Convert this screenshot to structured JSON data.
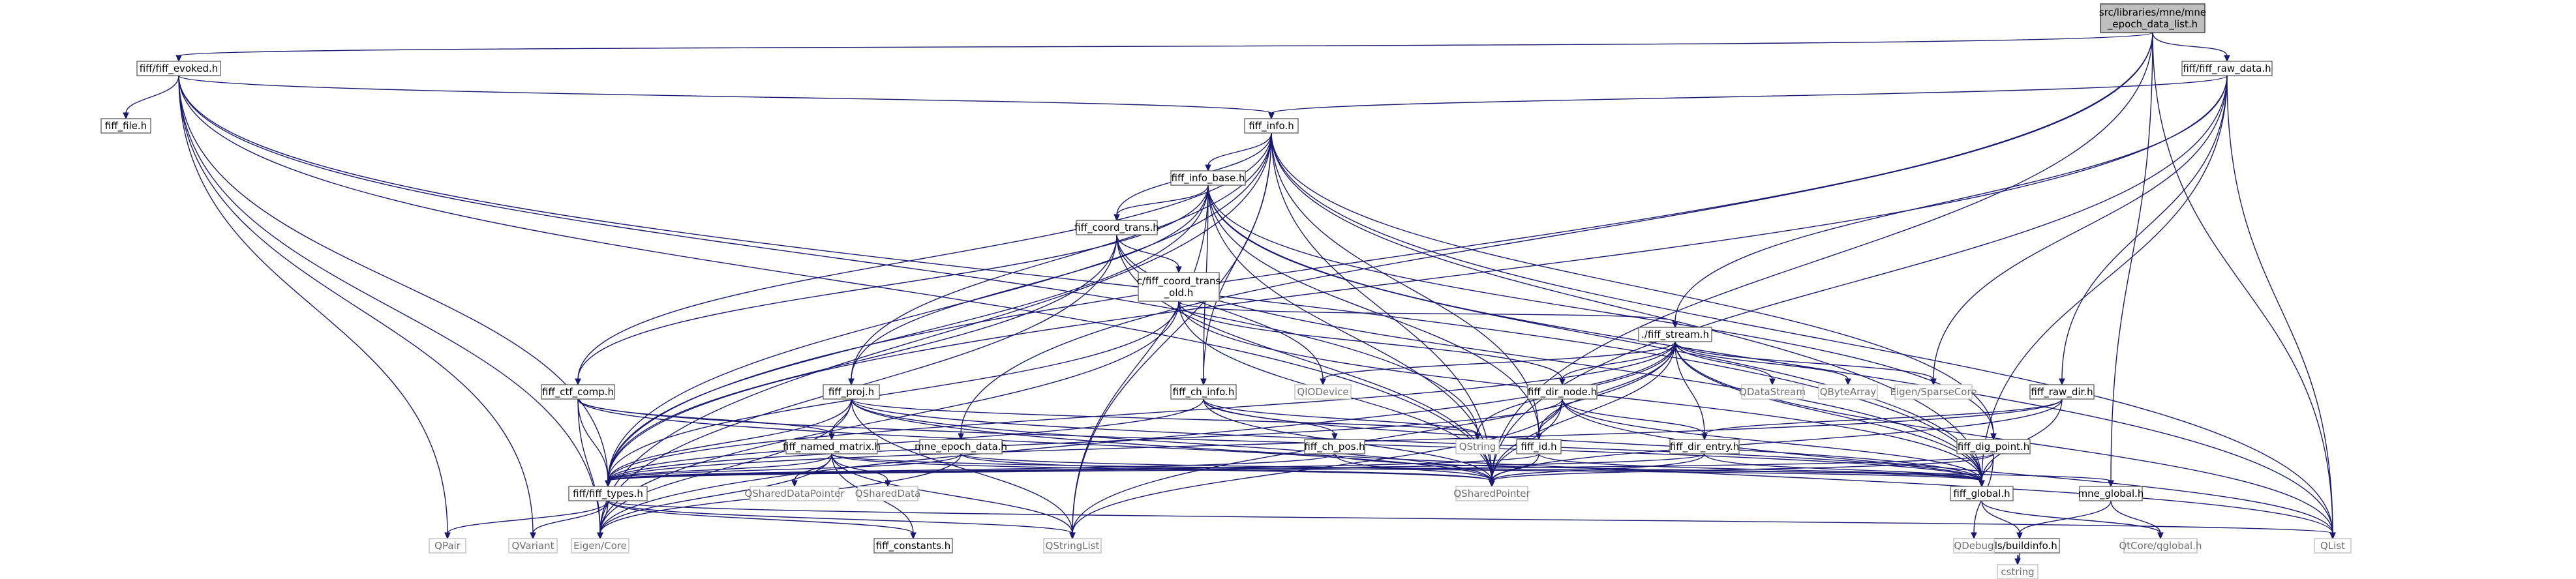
{
  "graph": {
    "root": "src/libraries/mne/mne_epoch_data_list.h",
    "nodes": [
      {
        "id": "root",
        "lines": [
          "src/libraries/mne/mne",
          "_epoch_data_list.h"
        ],
        "kind": "root"
      },
      {
        "id": "fiff_evoked",
        "lines": [
          "fiff/fiff_evoked.h"
        ],
        "kind": "doc"
      },
      {
        "id": "fiff_raw_data",
        "lines": [
          "fiff/fiff_raw_data.h"
        ],
        "kind": "doc"
      },
      {
        "id": "fiff_file",
        "lines": [
          "fiff_file.h"
        ],
        "kind": "doc"
      },
      {
        "id": "fiff_info",
        "lines": [
          "fiff_info.h"
        ],
        "kind": "doc"
      },
      {
        "id": "fiff_info_base",
        "lines": [
          "fiff_info_base.h"
        ],
        "kind": "doc"
      },
      {
        "id": "fiff_coord_trans",
        "lines": [
          "fiff_coord_trans.h"
        ],
        "kind": "doc"
      },
      {
        "id": "c_fiff_coord_trans_old",
        "lines": [
          "c/fiff_coord_trans",
          "_old.h"
        ],
        "kind": "doc"
      },
      {
        "id": "fiff_stream",
        "lines": [
          "./fiff_stream.h"
        ],
        "kind": "doc"
      },
      {
        "id": "fiff_ctf_comp",
        "lines": [
          "fiff_ctf_comp.h"
        ],
        "kind": "doc"
      },
      {
        "id": "fiff_proj",
        "lines": [
          "fiff_proj.h"
        ],
        "kind": "doc"
      },
      {
        "id": "fiff_ch_info",
        "lines": [
          "fiff_ch_info.h"
        ],
        "kind": "doc"
      },
      {
        "id": "fiff_dir_node",
        "lines": [
          "fiff_dir_node.h"
        ],
        "kind": "doc"
      },
      {
        "id": "fiff_raw_dir",
        "lines": [
          "fiff_raw_dir.h"
        ],
        "kind": "doc"
      },
      {
        "id": "fiff_named_matrix",
        "lines": [
          "fiff_named_matrix.h"
        ],
        "kind": "doc"
      },
      {
        "id": "mne_epoch_data",
        "lines": [
          "mne_epoch_data.h"
        ],
        "kind": "doc"
      },
      {
        "id": "fiff_ch_pos",
        "lines": [
          "fiff_ch_pos.h"
        ],
        "kind": "doc"
      },
      {
        "id": "fiff_id",
        "lines": [
          "fiff_id.h"
        ],
        "kind": "doc"
      },
      {
        "id": "fiff_dir_entry",
        "lines": [
          "fiff_dir_entry.h"
        ],
        "kind": "doc"
      },
      {
        "id": "fiff_dig_point",
        "lines": [
          "fiff_dig_point.h"
        ],
        "kind": "doc"
      },
      {
        "id": "fiff_types",
        "lines": [
          "fiff/fiff_types.h"
        ],
        "kind": "doc"
      },
      {
        "id": "fiff_global",
        "lines": [
          "fiff_global.h"
        ],
        "kind": "doc"
      },
      {
        "id": "mne_global",
        "lines": [
          "mne_global.h"
        ],
        "kind": "doc"
      },
      {
        "id": "fiff_constants",
        "lines": [
          "fiff_constants.h"
        ],
        "kind": "doc"
      },
      {
        "id": "utils_buildinfo",
        "lines": [
          "utils/buildinfo.h"
        ],
        "kind": "doc"
      },
      {
        "id": "QIODevice",
        "lines": [
          "QIODevice"
        ],
        "kind": "ext"
      },
      {
        "id": "QDataStream",
        "lines": [
          "QDataStream"
        ],
        "kind": "ext"
      },
      {
        "id": "QByteArray",
        "lines": [
          "QByteArray"
        ],
        "kind": "ext"
      },
      {
        "id": "Eigen_SparseCore",
        "lines": [
          "Eigen/SparseCore"
        ],
        "kind": "ext"
      },
      {
        "id": "QString",
        "lines": [
          "QString"
        ],
        "kind": "ext"
      },
      {
        "id": "QSharedDataPointer",
        "lines": [
          "QSharedDataPointer"
        ],
        "kind": "ext"
      },
      {
        "id": "QSharedData",
        "lines": [
          "QSharedData"
        ],
        "kind": "ext"
      },
      {
        "id": "QSharedPointer",
        "lines": [
          "QSharedPointer"
        ],
        "kind": "ext"
      },
      {
        "id": "QDebug",
        "lines": [
          "QDebug"
        ],
        "kind": "ext"
      },
      {
        "id": "QPair",
        "lines": [
          "QPair"
        ],
        "kind": "ext"
      },
      {
        "id": "QVariant",
        "lines": [
          "QVariant"
        ],
        "kind": "ext"
      },
      {
        "id": "Eigen_Core",
        "lines": [
          "Eigen/Core"
        ],
        "kind": "ext"
      },
      {
        "id": "QStringList",
        "lines": [
          "QStringList"
        ],
        "kind": "ext"
      },
      {
        "id": "QList",
        "lines": [
          "QList"
        ],
        "kind": "ext"
      },
      {
        "id": "QtCore_qglobal",
        "lines": [
          "QtCore/qglobal.h"
        ],
        "kind": "ext"
      },
      {
        "id": "cstring",
        "lines": [
          "cstring"
        ],
        "kind": "ext"
      }
    ],
    "edges": [
      [
        "root",
        "fiff_evoked"
      ],
      [
        "root",
        "fiff_raw_data"
      ],
      [
        "root",
        "fiff_types"
      ],
      [
        "root",
        "mne_epoch_data"
      ],
      [
        "root",
        "mne_global"
      ],
      [
        "root",
        "QSharedPointer"
      ],
      [
        "root",
        "QList"
      ],
      [
        "fiff_evoked",
        "fiff_file"
      ],
      [
        "fiff_evoked",
        "fiff_info"
      ],
      [
        "fiff_evoked",
        "fiff_types"
      ],
      [
        "fiff_evoked",
        "QSharedPointer"
      ],
      [
        "fiff_evoked",
        "QString"
      ],
      [
        "fiff_evoked",
        "QPair"
      ],
      [
        "fiff_evoked",
        "QVariant"
      ],
      [
        "fiff_evoked",
        "Eigen_Core"
      ],
      [
        "fiff_evoked",
        "fiff_global"
      ],
      [
        "fiff_raw_data",
        "fiff_info"
      ],
      [
        "fiff_raw_data",
        "fiff_stream"
      ],
      [
        "fiff_raw_data",
        "fiff_raw_dir"
      ],
      [
        "fiff_raw_data",
        "fiff_types"
      ],
      [
        "fiff_raw_data",
        "fiff_global"
      ],
      [
        "fiff_raw_data",
        "Eigen_SparseCore"
      ],
      [
        "fiff_raw_data",
        "QSharedPointer"
      ],
      [
        "fiff_raw_data",
        "QList"
      ],
      [
        "fiff_info",
        "fiff_info_base"
      ],
      [
        "fiff_info",
        "fiff_coord_trans"
      ],
      [
        "fiff_info",
        "fiff_ctf_comp"
      ],
      [
        "fiff_info",
        "fiff_proj"
      ],
      [
        "fiff_info",
        "fiff_ch_info"
      ],
      [
        "fiff_info",
        "fiff_id"
      ],
      [
        "fiff_info",
        "fiff_dig_point"
      ],
      [
        "fiff_info",
        "fiff_types"
      ],
      [
        "fiff_info",
        "fiff_global"
      ],
      [
        "fiff_info",
        "QSharedPointer"
      ],
      [
        "fiff_info",
        "QList"
      ],
      [
        "fiff_info",
        "Eigen_Core"
      ],
      [
        "fiff_info",
        "QStringList"
      ],
      [
        "fiff_info_base",
        "fiff_coord_trans"
      ],
      [
        "fiff_info_base",
        "fiff_ch_info"
      ],
      [
        "fiff_info_base",
        "fiff_dig_point"
      ],
      [
        "fiff_info_base",
        "fiff_ctf_comp"
      ],
      [
        "fiff_info_base",
        "fiff_proj"
      ],
      [
        "fiff_info_base",
        "fiff_id"
      ],
      [
        "fiff_info_base",
        "fiff_types"
      ],
      [
        "fiff_info_base",
        "fiff_global"
      ],
      [
        "fiff_info_base",
        "QSharedPointer"
      ],
      [
        "fiff_info_base",
        "QList"
      ],
      [
        "fiff_info_base",
        "QStringList"
      ],
      [
        "fiff_coord_trans",
        "c_fiff_coord_trans_old"
      ],
      [
        "fiff_coord_trans",
        "fiff_types"
      ],
      [
        "fiff_coord_trans",
        "fiff_global"
      ],
      [
        "fiff_coord_trans",
        "QIODevice"
      ],
      [
        "fiff_coord_trans",
        "QSharedPointer"
      ],
      [
        "fiff_coord_trans",
        "Eigen_Core"
      ],
      [
        "c_fiff_coord_trans_old",
        "fiff_stream"
      ],
      [
        "c_fiff_coord_trans_old",
        "fiff_types"
      ],
      [
        "c_fiff_coord_trans_old",
        "fiff_global"
      ],
      [
        "c_fiff_coord_trans_old",
        "fiff_dir_node"
      ],
      [
        "c_fiff_coord_trans_old",
        "QSharedPointer"
      ],
      [
        "c_fiff_coord_trans_old",
        "Eigen_Core"
      ],
      [
        "fiff_stream",
        "fiff_global"
      ],
      [
        "fiff_stream",
        "fiff_types"
      ],
      [
        "fiff_stream",
        "fiff_id"
      ],
      [
        "fiff_stream",
        "fiff_dir_entry"
      ],
      [
        "fiff_stream",
        "fiff_dir_node"
      ],
      [
        "fiff_stream",
        "QIODevice"
      ],
      [
        "fiff_stream",
        "QDataStream"
      ],
      [
        "fiff_stream",
        "QByteArray"
      ],
      [
        "fiff_stream",
        "Eigen_SparseCore"
      ],
      [
        "fiff_stream",
        "QString"
      ],
      [
        "fiff_stream",
        "QSharedPointer"
      ],
      [
        "fiff_stream",
        "QList"
      ],
      [
        "fiff_stream",
        "Eigen_Core"
      ],
      [
        "fiff_stream",
        "QStringList"
      ],
      [
        "fiff_ctf_comp",
        "fiff_named_matrix"
      ],
      [
        "fiff_ctf_comp",
        "fiff_types"
      ],
      [
        "fiff_ctf_comp",
        "fiff_global"
      ],
      [
        "fiff_ctf_comp",
        "QSharedPointer"
      ],
      [
        "fiff_ctf_comp",
        "Eigen_Core"
      ],
      [
        "fiff_proj",
        "fiff_named_matrix"
      ],
      [
        "fiff_proj",
        "fiff_types"
      ],
      [
        "fiff_proj",
        "fiff_global"
      ],
      [
        "fiff_proj",
        "QSharedPointer"
      ],
      [
        "fiff_proj",
        "QString"
      ],
      [
        "fiff_proj",
        "QStringList"
      ],
      [
        "fiff_proj",
        "QList"
      ],
      [
        "fiff_proj",
        "Eigen_Core"
      ],
      [
        "fiff_ch_info",
        "fiff_ch_pos"
      ],
      [
        "fiff_ch_info",
        "fiff_types"
      ],
      [
        "fiff_ch_info",
        "fiff_global"
      ],
      [
        "fiff_ch_info",
        "QSharedPointer"
      ],
      [
        "fiff_ch_info",
        "QString"
      ],
      [
        "fiff_dir_node",
        "fiff_dir_entry"
      ],
      [
        "fiff_dir_node",
        "fiff_id"
      ],
      [
        "fiff_dir_node",
        "fiff_types"
      ],
      [
        "fiff_dir_node",
        "fiff_global"
      ],
      [
        "fiff_dir_node",
        "QSharedPointer"
      ],
      [
        "fiff_dir_node",
        "QList"
      ],
      [
        "fiff_dir_node",
        "QStringList"
      ],
      [
        "fiff_raw_dir",
        "fiff_dir_entry"
      ],
      [
        "fiff_raw_dir",
        "fiff_types"
      ],
      [
        "fiff_raw_dir",
        "fiff_global"
      ],
      [
        "fiff_raw_dir",
        "QSharedPointer"
      ],
      [
        "fiff_named_matrix",
        "fiff_types"
      ],
      [
        "fiff_named_matrix",
        "fiff_global"
      ],
      [
        "fiff_named_matrix",
        "QSharedDataPointer"
      ],
      [
        "fiff_named_matrix",
        "QSharedData"
      ],
      [
        "fiff_named_matrix",
        "QSharedPointer"
      ],
      [
        "fiff_named_matrix",
        "QStringList"
      ],
      [
        "fiff_named_matrix",
        "Eigen_Core"
      ],
      [
        "fiff_named_matrix",
        "fiff_constants"
      ],
      [
        "mne_epoch_data",
        "fiff_types"
      ],
      [
        "mne_epoch_data",
        "mne_global"
      ],
      [
        "mne_epoch_data",
        "QSharedPointer"
      ],
      [
        "mne_epoch_data",
        "Eigen_Core"
      ],
      [
        "fiff_ch_pos",
        "fiff_types"
      ],
      [
        "fiff_ch_pos",
        "fiff_global"
      ],
      [
        "fiff_ch_pos",
        "QSharedPointer"
      ],
      [
        "fiff_id",
        "fiff_types"
      ],
      [
        "fiff_id",
        "fiff_global"
      ],
      [
        "fiff_id",
        "QSharedPointer"
      ],
      [
        "fiff_dir_entry",
        "fiff_types"
      ],
      [
        "fiff_dir_entry",
        "fiff_global"
      ],
      [
        "fiff_dir_entry",
        "QSharedPointer"
      ],
      [
        "fiff_dig_point",
        "fiff_types"
      ],
      [
        "fiff_dig_point",
        "fiff_global"
      ],
      [
        "fiff_dig_point",
        "QSharedPointer"
      ],
      [
        "fiff_dig_point",
        "QDebug"
      ],
      [
        "fiff_types",
        "fiff_constants"
      ],
      [
        "fiff_types",
        "Eigen_Core"
      ],
      [
        "fiff_types",
        "QStringList"
      ],
      [
        "fiff_types",
        "QPair"
      ],
      [
        "fiff_types",
        "QVariant"
      ],
      [
        "fiff_types",
        "QList"
      ],
      [
        "fiff_global",
        "utils_buildinfo"
      ],
      [
        "fiff_global",
        "QtCore_qglobal"
      ],
      [
        "mne_global",
        "utils_buildinfo"
      ],
      [
        "mne_global",
        "QtCore_qglobal"
      ],
      [
        "utils_buildinfo",
        "cstring"
      ]
    ]
  },
  "colors": {
    "root_fill": "#bfbfbf",
    "node_fill": "#ffffff",
    "node_border": "#666666",
    "external_border": "#bfbfbf",
    "edge": "#191970",
    "external_text": "#6e6e6e"
  }
}
